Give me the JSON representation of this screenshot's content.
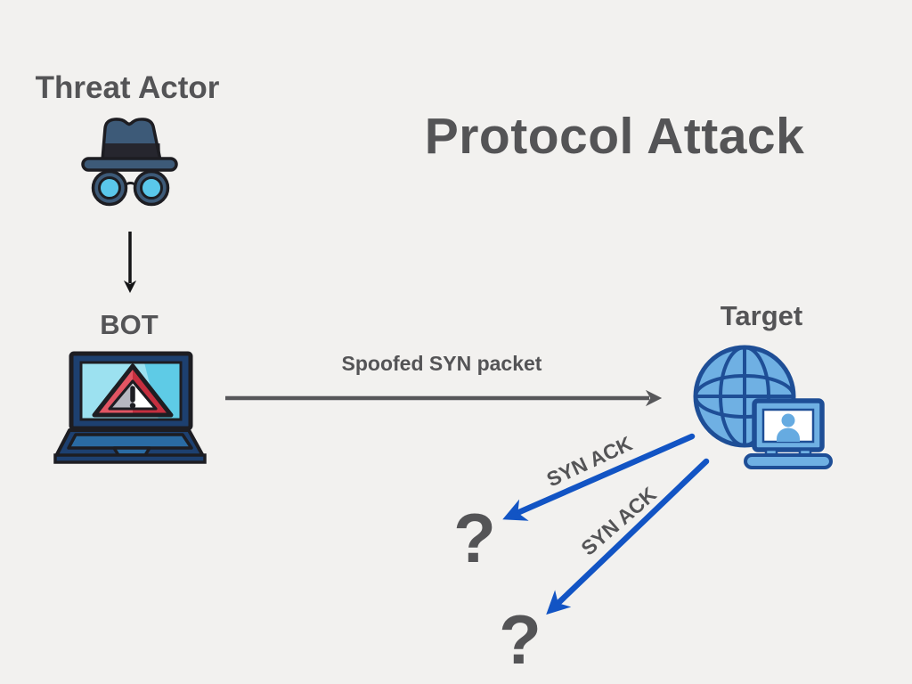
{
  "title": "Protocol Attack",
  "nodes": {
    "threat_actor": {
      "label": "Threat Actor",
      "icon": "spy-incognito-icon"
    },
    "bot": {
      "label": "BOT",
      "icon": "laptop-warning-icon"
    },
    "target": {
      "label": "Target",
      "icon": "globe-laptop-icon"
    }
  },
  "edges": {
    "actor_to_bot": {
      "label": "",
      "style": "black-down-arrow"
    },
    "bot_to_target": {
      "label": "Spoofed SYN packet",
      "style": "gray-right-arrow"
    },
    "syn_ack_1": {
      "label": "SYN ACK",
      "style": "blue-down-left-arrow"
    },
    "syn_ack_2": {
      "label": "SYN ACK",
      "style": "blue-down-left-arrow"
    }
  },
  "unknown_recipients": {
    "q1": "?",
    "q2": "?"
  },
  "colors": {
    "background": "#f2f1ef",
    "text": "#545456",
    "arrow_black": "#141416",
    "arrow_gray": "#57575a",
    "arrow_blue": "#1254c4",
    "globe_fill": "#6fb0e3",
    "globe_stroke": "#1e4e96",
    "person_blue": "#66abe1",
    "hat_slate": "#3d5a78",
    "hat_band": "#26262e",
    "lens_cyan": "#5ac7ea",
    "outline_black": "#1d1d22",
    "laptop_navy": "#1d4070",
    "laptop_keyboard": "#2a6ba3",
    "screen_cyan_light": "#9ce1f0",
    "screen_cyan_dark": "#5ecbe6",
    "warning_red_light": "#e25563",
    "warning_red_dark": "#c52f3f",
    "warning_gray": "#b7b7c0"
  }
}
